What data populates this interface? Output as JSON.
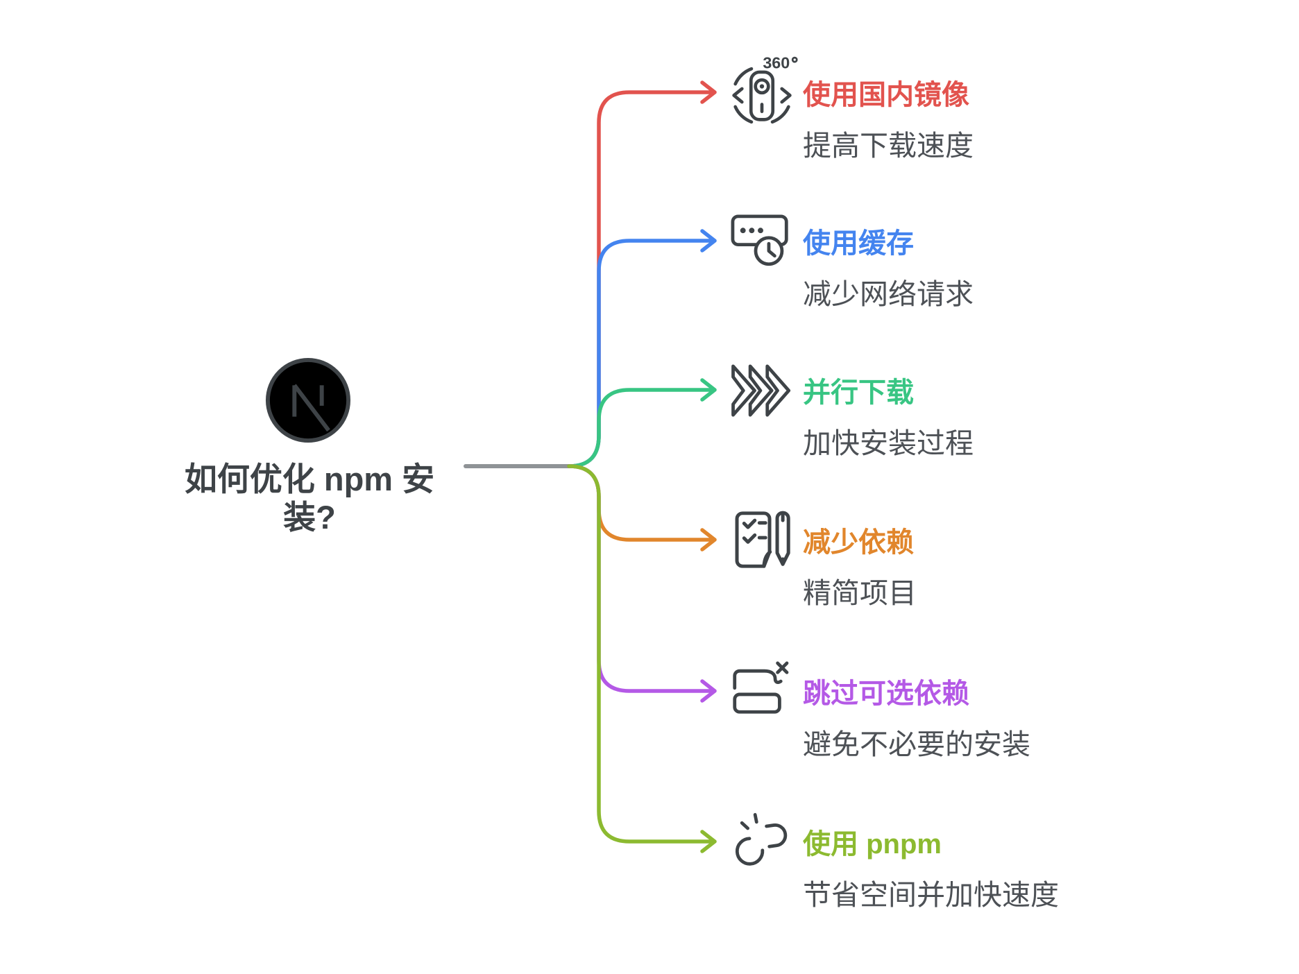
{
  "root": {
    "logo": "n-circle-logo",
    "title_line1": "如何优化 npm 安",
    "title_line2": "装?"
  },
  "colors": {
    "background": "#ffffff",
    "trunk": "#8f9396",
    "icon": "#3e4347",
    "root_text": "#3e4347",
    "subtitle": "#4d5156"
  },
  "branches": [
    {
      "icon": "camera-360-icon",
      "icon_label": "360",
      "title": "使用国内镜像",
      "subtitle": "提高下载速度",
      "color": "#e2534e"
    },
    {
      "icon": "cache-clock-icon",
      "title": "使用缓存",
      "subtitle": "减少网络请求",
      "color": "#4484ef"
    },
    {
      "icon": "fast-forward-icon",
      "title": "并行下载",
      "subtitle": "加快安装过程",
      "color": "#38c583"
    },
    {
      "icon": "checklist-pen-icon",
      "title": "减少依赖",
      "subtitle": "精简项目",
      "color": "#e1862c"
    },
    {
      "icon": "layers-remove-icon",
      "title": "跳过可选依赖",
      "subtitle": "避免不必要的安装",
      "color": "#b459e6"
    },
    {
      "icon": "broken-link-icon",
      "title": "使用 pnpm",
      "subtitle": "节省空间并加快速度",
      "color": "#8cba30"
    }
  ]
}
